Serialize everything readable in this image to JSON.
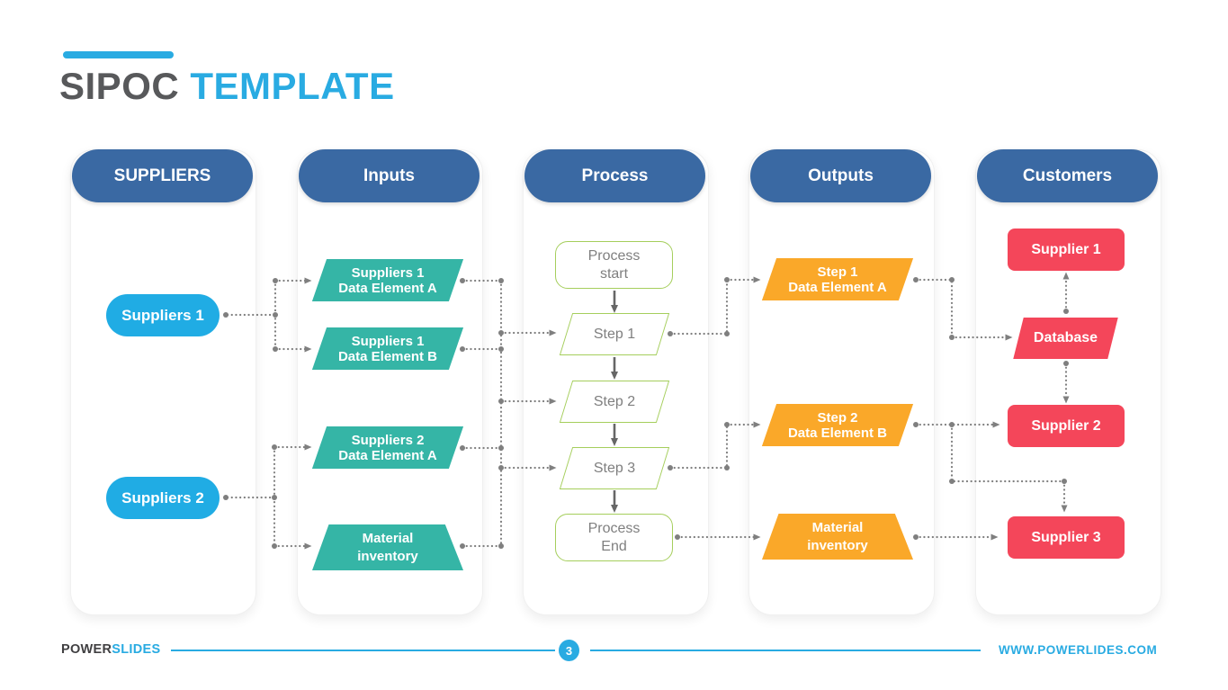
{
  "title": {
    "part1": "SIPOC",
    "part2": "TEMPLATE"
  },
  "columns": [
    {
      "id": "suppliers",
      "header": "SUPPLIERS",
      "items": [
        {
          "label": "Suppliers 1"
        },
        {
          "label": "Suppliers 2"
        }
      ]
    },
    {
      "id": "inputs",
      "header": "Inputs",
      "items": [
        {
          "line1": "Suppliers 1",
          "line2": "Data Element A"
        },
        {
          "line1": "Suppliers 1",
          "line2": "Data Element B"
        },
        {
          "line1": "Suppliers 2",
          "line2": "Data Element A"
        },
        {
          "line1": "Material",
          "line2": "inventory"
        }
      ]
    },
    {
      "id": "process",
      "header": "Process",
      "items": [
        {
          "line1": "Process",
          "line2": "start"
        },
        {
          "label": "Step 1"
        },
        {
          "label": "Step 2"
        },
        {
          "label": "Step 3"
        },
        {
          "line1": "Process",
          "line2": "End"
        }
      ]
    },
    {
      "id": "outputs",
      "header": "Outputs",
      "items": [
        {
          "line1": "Step 1",
          "line2": "Data Element A"
        },
        {
          "line1": "Step 2",
          "line2": "Data Element B"
        },
        {
          "line1": "Material",
          "line2": "inventory"
        }
      ]
    },
    {
      "id": "customers",
      "header": "Customers",
      "items": [
        {
          "label": "Supplier 1"
        },
        {
          "label": "Database"
        },
        {
          "label": "Supplier 2"
        },
        {
          "label": "Supplier 3"
        }
      ]
    }
  ],
  "footer": {
    "brand_part1": "POWER",
    "brand_part2": "SLIDES",
    "page_number": "3",
    "website": "WWW.POWERLIDES.COM"
  },
  "colors": {
    "header-blue": "#3A69A3",
    "cyan": "#20ACE4",
    "teal": "#35B5A6",
    "green": "#A5CE5C",
    "orange": "#FAA829",
    "red": "#F4465A",
    "accent": "#29ABE2",
    "gray-text": "#7F7F7F",
    "title-dark": "#58595B",
    "brand-dark": "#414042",
    "connector": "#7F7F7F"
  }
}
